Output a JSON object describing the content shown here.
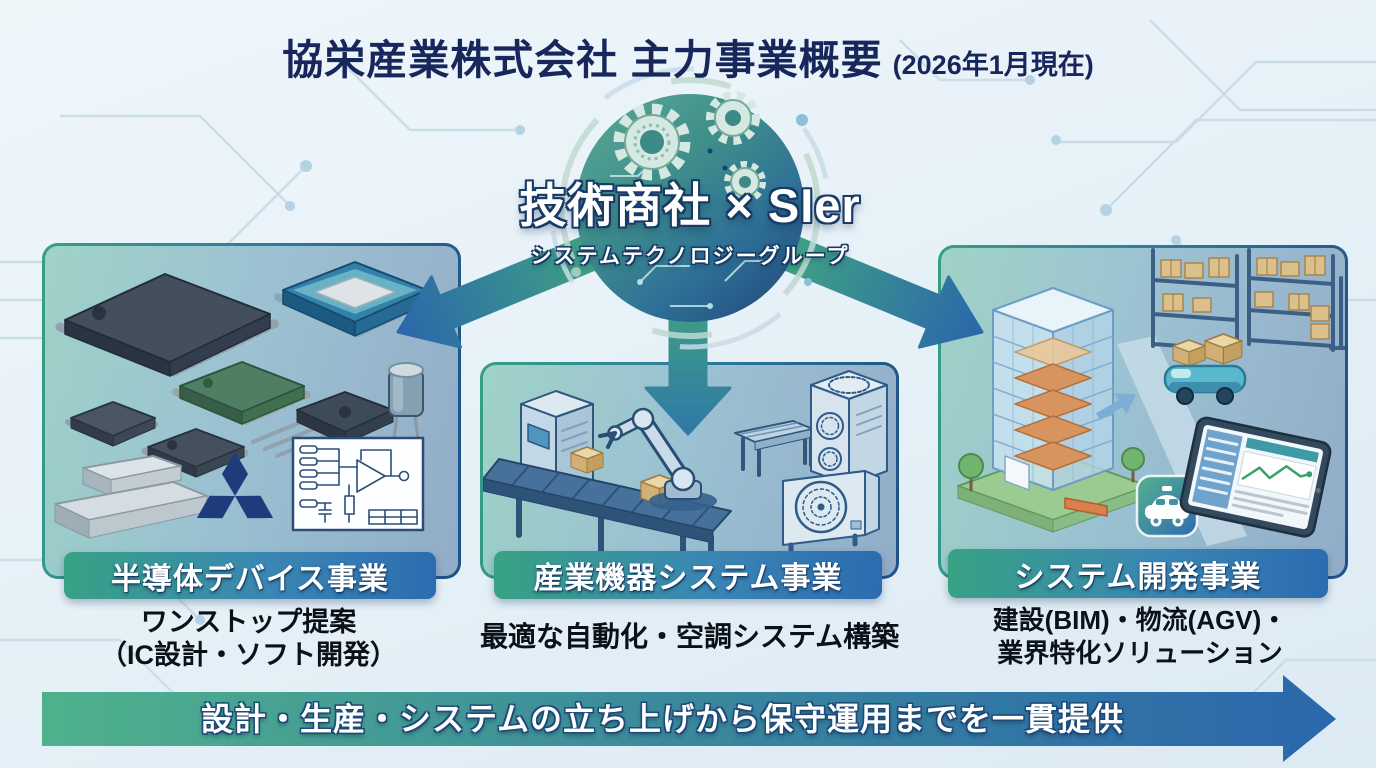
{
  "title": {
    "main": "協栄産業株式会社 主力事業概要",
    "note": "(2026年1月現在)"
  },
  "hub": {
    "label": "技術商社 × SIer",
    "sublabel": "システムテクノロジーグループ",
    "icons": [
      "gear-icon",
      "circuit-trace-icon"
    ]
  },
  "sections": [
    {
      "badge": "半導体デバイス事業",
      "lines": [
        "ワンストップ提案",
        "（IC設計・ソフト開発）"
      ],
      "icons": [
        "qfp-chip-icon",
        "cpu-chip-icon",
        "soic-chip-icon",
        "transistor-icon",
        "capacitor-icon",
        "silicon-ingot-icon",
        "three-diamond-logo",
        "circuit-schematic-icon"
      ]
    },
    {
      "badge": "産業機器システム事業",
      "lines": [
        "最適な自動化・空調システム構築"
      ],
      "icons": [
        "robot-arm-icon",
        "conveyor-icon",
        "control-machine-icon",
        "hvac-outdoor-unit-icon"
      ]
    },
    {
      "badge": "システム開発事業",
      "lines": [
        "建設(BIM)・物流(AGV)・",
        "業界特化ソリューション"
      ],
      "icons": [
        "bim-building-icon",
        "warehouse-shelf-icon",
        "agv-robot-icon",
        "taxi-app-icon",
        "tablet-dashboard-icon"
      ]
    }
  ],
  "banner": {
    "label": "設計・生産・システムの立ち上げから保守運用までを一貫提供"
  },
  "colors": {
    "accent_green": "#3fa585",
    "accent_blue": "#2b6cb0",
    "title_navy": "#17275c",
    "hub_teal": "#3c8b88",
    "badge_text": "#ffffff",
    "background": "#e9f2f8"
  }
}
